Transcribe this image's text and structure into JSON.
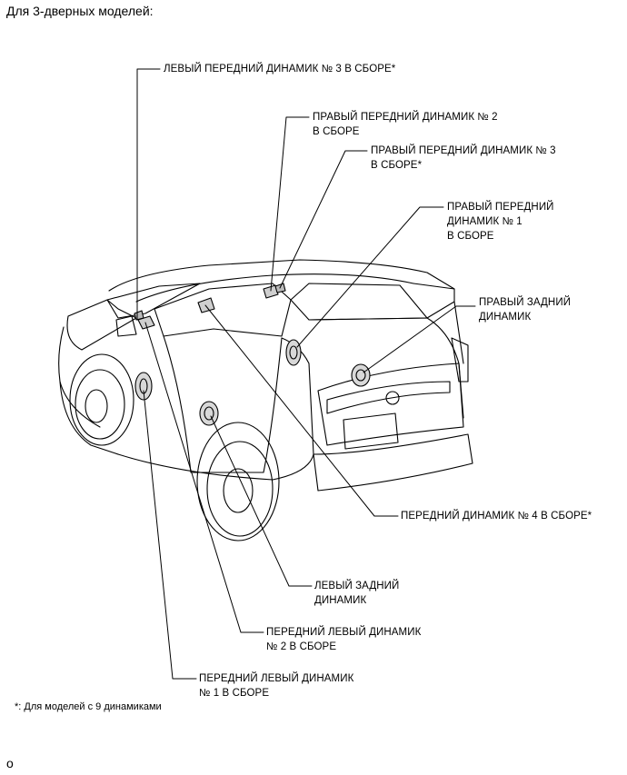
{
  "heading": "Для 3-дверных моделей:",
  "callouts": {
    "left_front_3": [
      "ЛЕВЫЙ ПЕРЕДНИЙ ДИНАМИК № 3 В СБОРЕ*"
    ],
    "right_front_2": [
      "ПРАВЫЙ ПЕРЕДНИЙ ДИНАМИК № 2",
      "В СБОРЕ"
    ],
    "right_front_3": [
      "ПРАВЫЙ ПЕРЕДНИЙ ДИНАМИК № 3",
      "В СБОРЕ*"
    ],
    "right_front_1": [
      "ПРАВЫЙ ПЕРЕДНИЙ",
      "ДИНАМИК № 1",
      "В СБОРЕ"
    ],
    "right_rear": [
      "ПРАВЫЙ ЗАДНИЙ",
      "ДИНАМИК"
    ],
    "front_4": [
      "ПЕРЕДНИЙ ДИНАМИК № 4 В СБОРЕ*"
    ],
    "left_rear": [
      "ЛЕВЫЙ ЗАДНИЙ",
      "ДИНАМИК"
    ],
    "front_left_2": [
      "ПЕРЕДНИЙ ЛЕВЫЙ ДИНАМИК",
      "№ 2 В СБОРЕ"
    ],
    "front_left_1": [
      "ПЕРЕДНИЙ ЛЕВЫЙ ДИНАМИК",
      "№ 1 В СБОРЕ"
    ]
  },
  "footnote": "*: Для моделей с 9 динамиками",
  "corner_mark": "o"
}
